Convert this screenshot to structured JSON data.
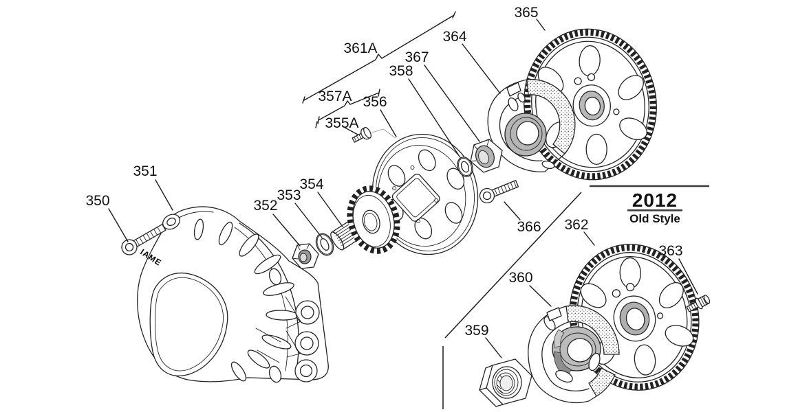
{
  "labels": [
    {
      "text": "350"
    },
    {
      "text": "351"
    },
    {
      "text": "352"
    },
    {
      "text": "353"
    },
    {
      "text": "354"
    },
    {
      "text": "355A"
    },
    {
      "text": "356"
    },
    {
      "text": "357A"
    },
    {
      "text": "358"
    },
    {
      "text": "361A"
    },
    {
      "text": "364"
    },
    {
      "text": "365"
    },
    {
      "text": "367"
    },
    {
      "text": "366"
    },
    {
      "text": "362"
    },
    {
      "text": "363"
    },
    {
      "text": "360"
    },
    {
      "text": "359"
    }
  ],
  "section_label": {
    "year": "2012",
    "style": "Old Style"
  },
  "housing_logo": "IAME",
  "colors": {
    "line": "#222222",
    "shade_dark": "#b5b5b5",
    "shade_mid": "#8f8f8f",
    "stipple": "#666666"
  }
}
